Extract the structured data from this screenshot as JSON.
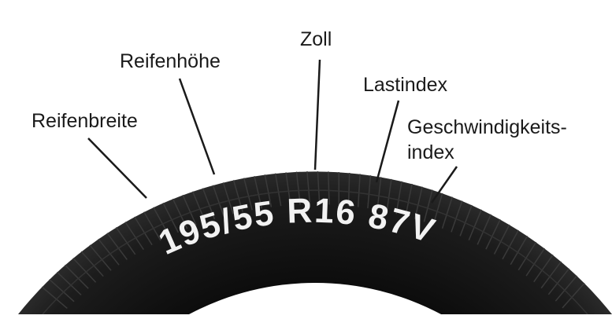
{
  "labels": {
    "width": "Reifenbreite",
    "height": "Reifenhöhe",
    "rim": "Zoll",
    "load": "Lastindex",
    "speed_line1": "Geschwindigkeits-",
    "speed_line2": "index"
  },
  "tire_marking": "195/55 R16 87V",
  "colors": {
    "tire": "#141414",
    "tread": "#2e2e2e",
    "text": "#1a1a1a",
    "marking": "#f2f2f2"
  }
}
